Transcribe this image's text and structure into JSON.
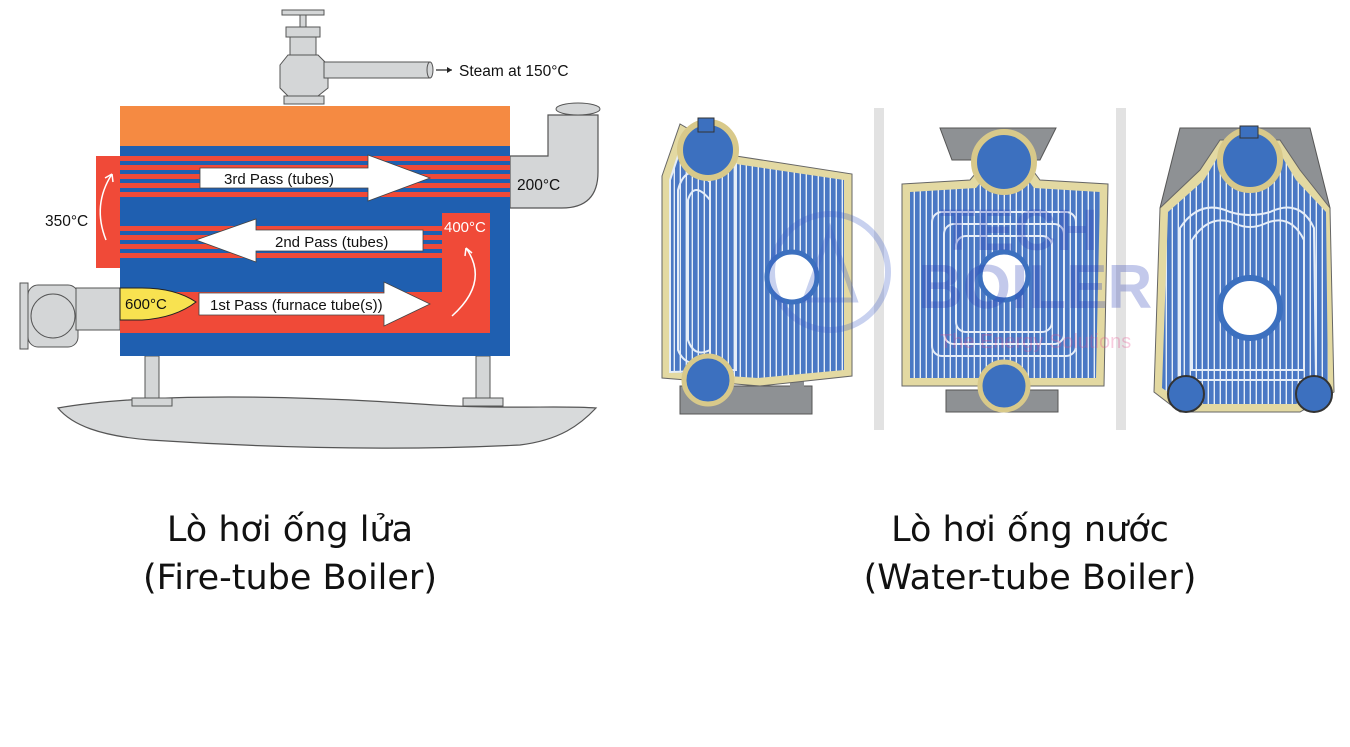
{
  "fire_tube": {
    "steam_label": "Steam at 150°C",
    "pass3_label": "3rd Pass (tubes)",
    "pass2_label": "2nd Pass (tubes)",
    "pass1_label": "1st Pass (furnace tube(s))",
    "temp_flame": "600°C",
    "temp_turn2": "400°C",
    "temp_turn1": "350°C",
    "temp_exhaust": "200°C",
    "caption_line1": "Lò hơi ống lửa",
    "caption_line2": "(Fire-tube Boiler)"
  },
  "water_tube": {
    "watermark_lines": [
      "TECH",
      "BOILER",
      "The Energy Solutions"
    ],
    "caption_line1": "Lò hơi ống nước",
    "caption_line2": "(Water-tube Boiler)"
  },
  "colors": {
    "water_blue": "#1f5fb0",
    "hot_gas_red": "#f04a38",
    "flame_yellow": "#f8e250",
    "insulation_orange": "#f58a42",
    "steel_gray": "#d4d6d7",
    "drum_blue": "#4a7cc8",
    "refractory_tan": "#e3d9a2"
  }
}
